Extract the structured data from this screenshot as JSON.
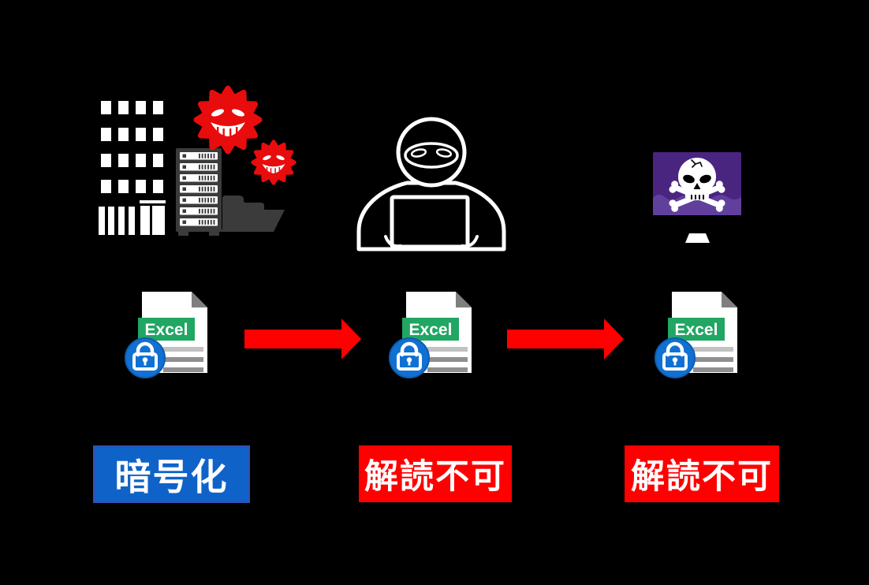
{
  "colors": {
    "background": "#000000",
    "arrow-red": "#ff0000",
    "alert-red": "#ff0000",
    "virus-red": "#e80c0c",
    "excel-green": "#21a663",
    "lock-blue": "#1171d2",
    "lock-blue-rim": "#0e5cb0",
    "encrypt-blue": "#0f63c8",
    "encrypt-border": "#2a55b8",
    "screen-purple": "#4a2580",
    "screen-liquid": "#60409c",
    "hardware-gray": "#3b3b3b",
    "fold-gray": "#7f7f7f",
    "doc-line-light": "#c2c2c2",
    "doc-line-dark": "#8f8f8f"
  },
  "icons": {
    "office-building": "white-window-grid-silhouette",
    "server-rack": "dark-rack-with-7-white-slots",
    "open-folder": "dark-open-folder",
    "virus": "red-spiky-ball-evil-grin",
    "hacker": "hooded-figure-at-laptop-white-outline",
    "skull-monitor": "purple-screen-skull-and-crossbones",
    "excel-document": "white-page-folded-corner-green-band",
    "padlock-badge": "blue-circle-white-padlock",
    "arrow-right": "solid-red-arrow"
  },
  "stages": [
    {
      "file_label": "Excel",
      "status_label": "暗号化"
    },
    {
      "file_label": "Excel",
      "status_label": "解読不可"
    },
    {
      "file_label": "Excel",
      "status_label": "解読不可"
    }
  ]
}
